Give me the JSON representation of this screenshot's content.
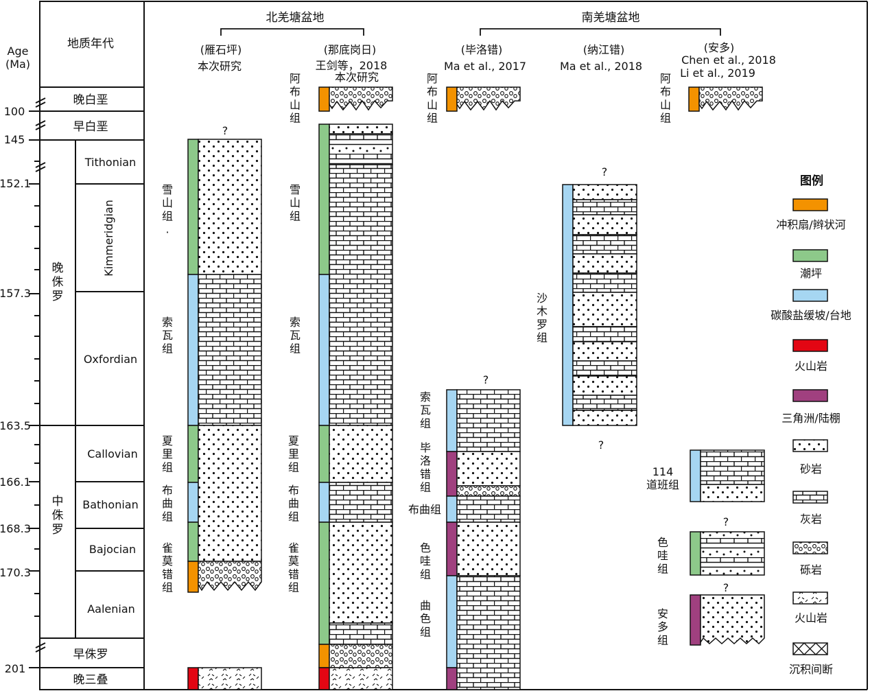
{
  "colors": {
    "fan": "#F39200",
    "tidal": "#8DC98A",
    "carbonate": "#A6D6F2",
    "volcanic": "#E30613",
    "delta": "#A0407F"
  },
  "header": {
    "age_label": [
      "Age",
      "(Ma)"
    ],
    "geologic_time": "地质年代",
    "north_basin": "北羌塘盆地",
    "south_basin": "南羌塘盆地"
  },
  "ages": [
    "100",
    "145",
    "152.1",
    "157.3",
    "163.5",
    "166.1",
    "168.3",
    "170.3",
    "201"
  ],
  "periods": {
    "late_k": "晚白垩",
    "early_k": "早白垩",
    "late_j": "晚\n侏\n罗",
    "mid_j": "中\n侏\n罗",
    "early_j": "早侏罗",
    "late_t": "晚三叠"
  },
  "stages": {
    "tithonian": "Tithonian",
    "kimmeridgian": "Kimmeridgian",
    "oxfordian": "Oxfordian",
    "callovian": "Callovian",
    "bathonian": "Bathonian",
    "bajocian": "Bajocian",
    "aalenian": "Aalenian"
  },
  "sections": {
    "yanshiping": {
      "name": "(雁石坪)",
      "source": "本次研究",
      "fm_xueshan": "雪\n山\n组\n.",
      "fm_suowa": "索\n瓦\n组",
      "fm_xiali": "夏\n里\n组",
      "fm_buqu": "布\n曲\n组",
      "fm_quemocuo": "雀\n莫\n错\n组"
    },
    "nadigangri": {
      "name": "(那底岗日)",
      "source1": "王剑等，2018",
      "source2": "本次研究",
      "fm_abushan": "阿\n布\n山\n组",
      "fm_xueshan": "雪\n山\n组",
      "fm_suowa": "索\n瓦\n组",
      "fm_xiali": "夏\n里\n组",
      "fm_buqu": "布\n曲\n组",
      "fm_quemocuo": "雀\n莫\n错\n组"
    },
    "biluocuo": {
      "name": "(毕洛错)",
      "source": "Ma et al., 2017",
      "fm_abushan": "阿\n布\n山\n组",
      "fm_suowa": "索\n瓦\n组",
      "fm_biluocuo": "毕\n洛\n错\n组",
      "fm_buqu": "布曲组",
      "fm_sewa": "色\n哇\n组",
      "fm_quse": "曲\n色\n组"
    },
    "najiangcuo": {
      "name": "(纳江错)",
      "source": "Ma et al., 2018",
      "fm_shamuluo": "沙\n木\n罗\n组"
    },
    "anduo": {
      "name": "(安多)",
      "source1": "Chen et al., 2018",
      "source2": "Li et al., 2019",
      "fm_abushan": "阿\n布\n山\n组",
      "fm_daoban": "114\n道班组",
      "fm_sewa": "色\n哇\n组",
      "fm_anduo": "安\n多\n组"
    }
  },
  "unknown_mark": "?",
  "legend": {
    "title": "图例",
    "fan": "冲积扇/辫状河",
    "tidal": "潮坪",
    "carbonate": "碳酸盐缓坡/台地",
    "volcanic": "火山岩",
    "delta": "三角洲/陆棚",
    "sandstone": "砂岩",
    "limestone": "灰岩",
    "conglomerate": "砾岩",
    "volcanic_rock": "火山岩",
    "hiatus": "沉积间断"
  }
}
